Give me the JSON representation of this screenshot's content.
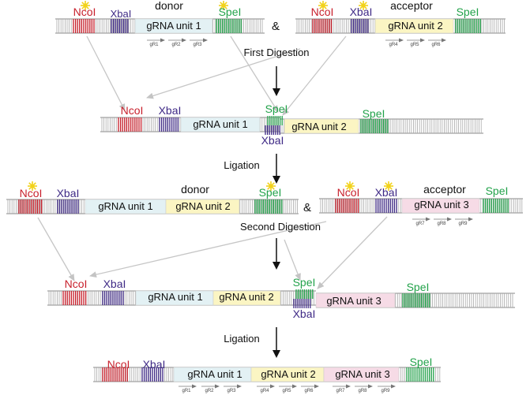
{
  "colors": {
    "ncol": "#c8202c",
    "xbal": "#3f2a86",
    "spel": "#22a24a",
    "unit1": "#e3f1f4",
    "unit2": "#fbf5c3",
    "unit3": "#f6dbe6",
    "backbone": "#8a8a8a",
    "arrow_gray": "#bdbdbd",
    "star": "#f2d21b"
  },
  "labels": {
    "ncol": "NcoI",
    "xbal": "XbaI",
    "spel": "SpeI",
    "donor": "donor",
    "acceptor": "acceptor",
    "amp": "&",
    "unit1": "gRNA unit 1",
    "unit2": "gRNA unit 2",
    "unit3": "gRNA unit 3"
  },
  "steps": {
    "first_digestion": "First Digestion",
    "ligation_1": "Ligation",
    "second_digestion": "Second Digestion",
    "ligation_2": "Ligation"
  },
  "grnas": {
    "unit1": [
      "gR1",
      "gR2",
      "gR3"
    ],
    "unit2": [
      "gR4",
      "gR5",
      "gR6"
    ],
    "unit3": [
      "gR7",
      "gR8",
      "gR9"
    ]
  },
  "icons": {
    "cut_site": "star-burst-icon",
    "flow": "down-arrow-icon",
    "transfer": "gray-arrow-icon"
  }
}
